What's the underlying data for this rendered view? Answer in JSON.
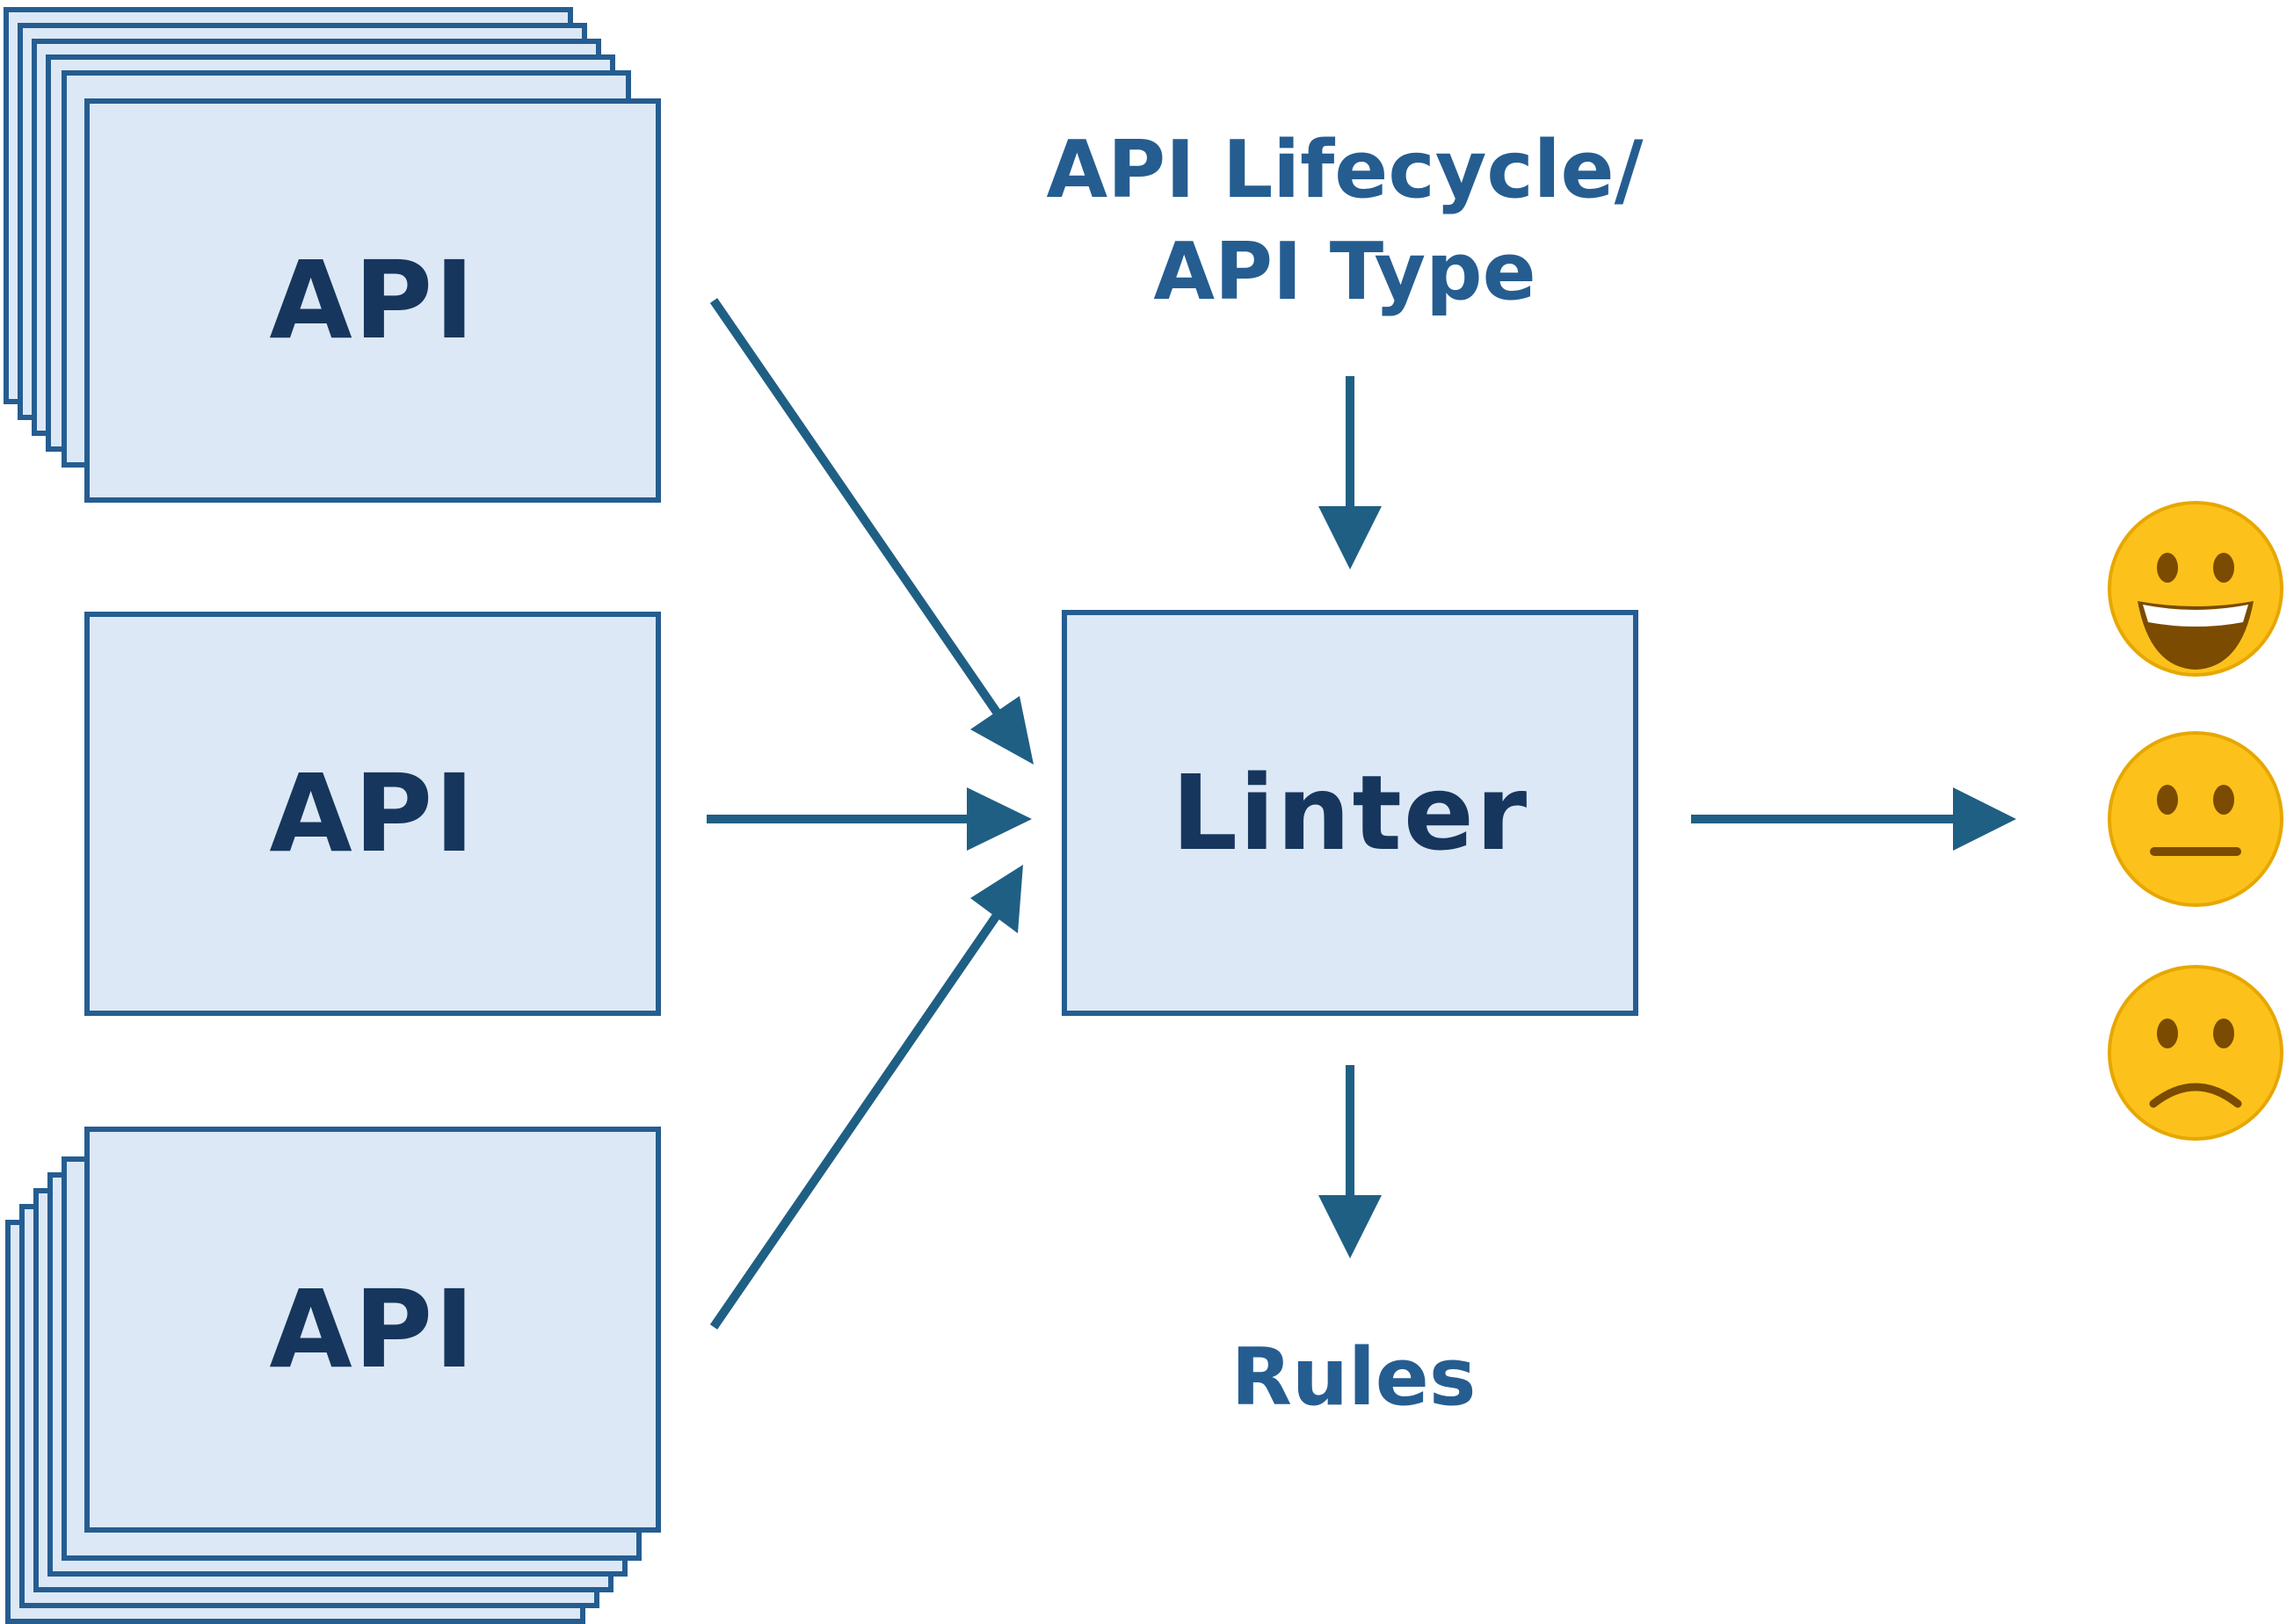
{
  "inputs": {
    "top_stack": {
      "label": "API"
    },
    "middle": {
      "label": "API"
    },
    "bottom_stack": {
      "label": "API"
    }
  },
  "linter": {
    "label": "Linter"
  },
  "config_input": {
    "line1": "API Lifecycle/",
    "line2": "API Type"
  },
  "output_rules": {
    "label": "Rules"
  },
  "results": [
    {
      "icon": "grinning-face-icon"
    },
    {
      "icon": "neutral-face-icon"
    },
    {
      "icon": "frowning-face-icon"
    }
  ],
  "colors": {
    "box_fill": "#dce8f5",
    "box_border": "#255d91",
    "arrow": "#1f5f84",
    "label_dark": "#17365d",
    "label_caption": "#255d91",
    "emoji_face": "#fcc21b"
  }
}
